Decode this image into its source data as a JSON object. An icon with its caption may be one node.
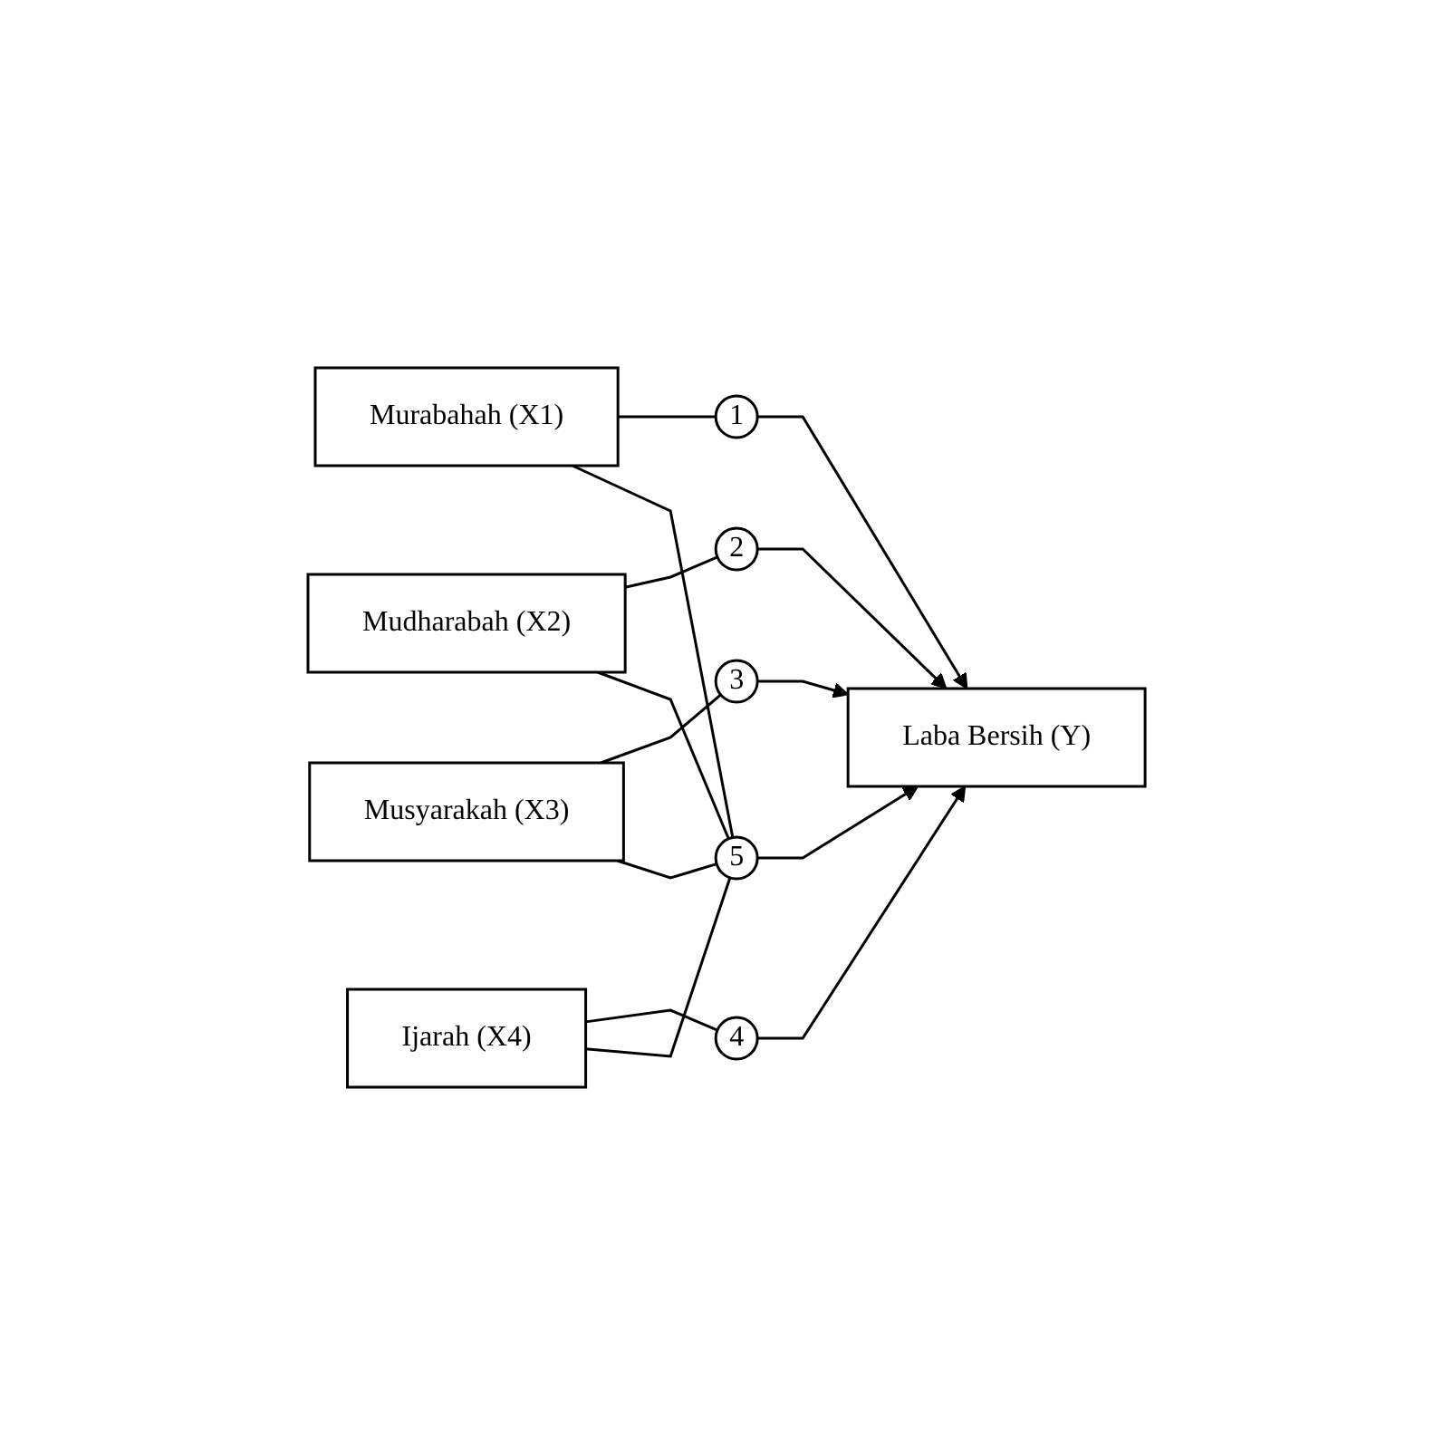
{
  "diagram": {
    "nodes": [
      {
        "text": [
          "Murabahah (X1)"
        ]
      },
      {
        "text": [
          "Mudharabah (X2)"
        ]
      },
      {
        "text": [
          "Musyarakah (X3)"
        ]
      },
      {
        "text": [
          "Ijarah (X4)"
        ]
      },
      {
        "text": [
          "1"
        ]
      },
      {
        "text": [
          "2"
        ]
      },
      {
        "text": [
          "3"
        ]
      },
      {
        "text": [
          "4"
        ]
      },
      {
        "text": [
          "Laba Bersih (Y)"
        ]
      },
      {
        "text": [
          "5"
        ]
      }
    ],
    "edges": [
      {
        "from": 0,
        "to": 4,
        "arrow": "none"
      },
      {
        "from": 4,
        "to": 8,
        "arrow": "to"
      },
      {
        "from": 1,
        "to": 5,
        "arrow": "none"
      },
      {
        "from": 5,
        "to": 8,
        "arrow": "to"
      },
      {
        "from": 2,
        "to": 6,
        "arrow": "none"
      },
      {
        "from": 6,
        "to": 8,
        "arrow": "to"
      },
      {
        "from": 3,
        "to": 7,
        "arrow": "none"
      },
      {
        "from": 7,
        "to": 8,
        "arrow": "to"
      },
      {
        "from": 0,
        "to": 9,
        "arrow": "none"
      },
      {
        "from": 1,
        "to": 9,
        "arrow": "none"
      },
      {
        "from": 2,
        "to": 9,
        "arrow": "none"
      },
      {
        "from": 3,
        "to": 9,
        "arrow": "none"
      },
      {
        "from": 9,
        "to": 8,
        "arrow": "to"
      }
    ]
  }
}
